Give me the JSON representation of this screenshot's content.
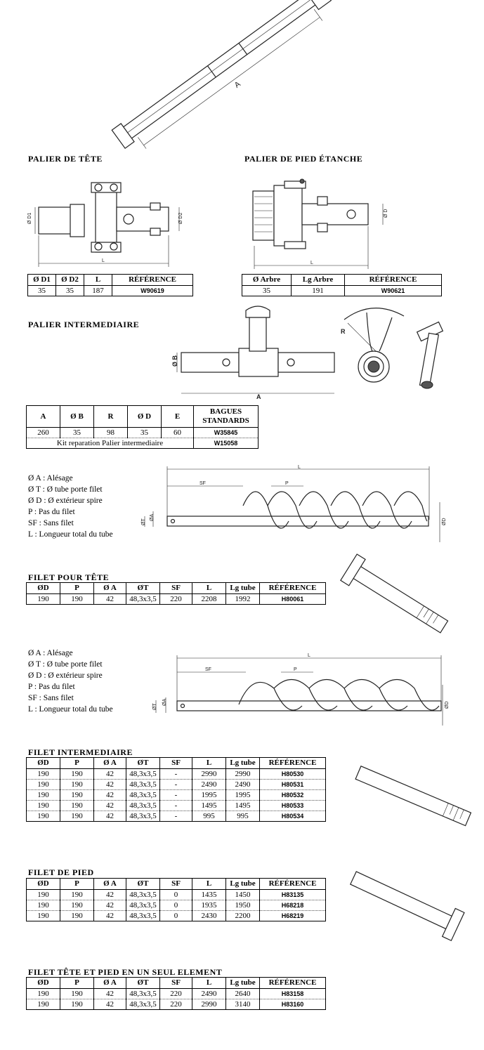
{
  "overview": {
    "dim_label": "A"
  },
  "palier_tete": {
    "title": "PALIER DE TÊTE",
    "dim_labels": {
      "d1": "Ø D1",
      "d2": "Ø D2",
      "l": "L"
    },
    "headers": [
      "Ø D1",
      "Ø D2",
      "L",
      "RÉFÉRENCE"
    ],
    "rows": [
      [
        "35",
        "35",
        "187",
        "W90619"
      ]
    ]
  },
  "palier_pied": {
    "title": "PALIER DE PIED ÉTANCHE",
    "dim_labels": {
      "d": "Ø D",
      "l": "L"
    },
    "headers": [
      "Ø Arbre",
      "Lg Arbre",
      "RÉFÉRENCE"
    ],
    "rows": [
      [
        "35",
        "191",
        "W90621"
      ]
    ]
  },
  "palier_inter": {
    "title": "PALIER INTERMEDIAIRE",
    "dim_labels": {
      "b": "Ø B",
      "a": "A",
      "r": "R"
    },
    "headers": [
      "A",
      "Ø B",
      "R",
      "Ø D",
      "E",
      "BAGUES STANDARDS"
    ],
    "rows": [
      [
        "260",
        "35",
        "98",
        "35",
        "60",
        "W35845"
      ]
    ],
    "kit": {
      "label": "Kit reparation Palier intermediaire",
      "ref": "W15058"
    }
  },
  "legend": [
    "Ø A : Alésage",
    "Ø T : Ø tube porte filet",
    "Ø D : Ø extérieur spire",
    "P : Pas du filet",
    "SF : Sans filet",
    "L : Longueur total du tube"
  ],
  "spiral_dims": {
    "l": "L",
    "sf": "SF",
    "p": "P",
    "a": "ØA",
    "t": "ØT",
    "d": "ØD"
  },
  "filet_headers": [
    "ØD",
    "P",
    "Ø A",
    "ØT",
    "SF",
    "L",
    "Lg tube",
    "RÉFÉRENCE"
  ],
  "filet_tete": {
    "title": "FILET POUR TÊTE",
    "rows": [
      [
        "190",
        "190",
        "42",
        "48,3x3,5",
        "220",
        "2208",
        "1992",
        "H80061"
      ]
    ]
  },
  "filet_inter": {
    "title": "FILET INTERMEDIAIRE",
    "rows": [
      [
        "190",
        "190",
        "42",
        "48,3x3,5",
        "-",
        "2990",
        "2990",
        "H80530"
      ],
      [
        "190",
        "190",
        "42",
        "48,3x3,5",
        "-",
        "2490",
        "2490",
        "H80531"
      ],
      [
        "190",
        "190",
        "42",
        "48,3x3,5",
        "-",
        "1995",
        "1995",
        "H80532"
      ],
      [
        "190",
        "190",
        "42",
        "48,3x3,5",
        "-",
        "1495",
        "1495",
        "H80533"
      ],
      [
        "190",
        "190",
        "42",
        "48,3x3,5",
        "-",
        "995",
        "995",
        "H80534"
      ]
    ]
  },
  "filet_pied": {
    "title": "FILET DE PIED",
    "rows": [
      [
        "190",
        "190",
        "42",
        "48,3x3,5",
        "0",
        "1435",
        "1450",
        "H83135"
      ],
      [
        "190",
        "190",
        "42",
        "48,3x3,5",
        "0",
        "1935",
        "1950",
        "H68218"
      ],
      [
        "190",
        "190",
        "42",
        "48,3x3,5",
        "0",
        "2430",
        "2200",
        "H68219"
      ]
    ]
  },
  "filet_seul": {
    "title": "FILET TÊTE ET PIED EN UN SEUL ELEMENT",
    "rows": [
      [
        "190",
        "190",
        "42",
        "48,3x3,5",
        "220",
        "2490",
        "2640",
        "H83158"
      ],
      [
        "190",
        "190",
        "42",
        "48,3x3,5",
        "220",
        "2990",
        "3140",
        "H83160"
      ]
    ]
  }
}
